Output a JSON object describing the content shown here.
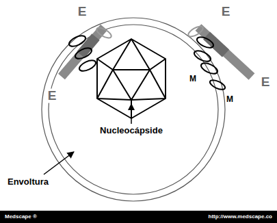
{
  "diagram": {
    "labels": [
      "E",
      "E",
      "E",
      "E",
      "M",
      "M",
      "Nucleocápside",
      "Envoltura",
      "Medscape ®",
      "http://www.medscape.co"
    ]
  }
}
